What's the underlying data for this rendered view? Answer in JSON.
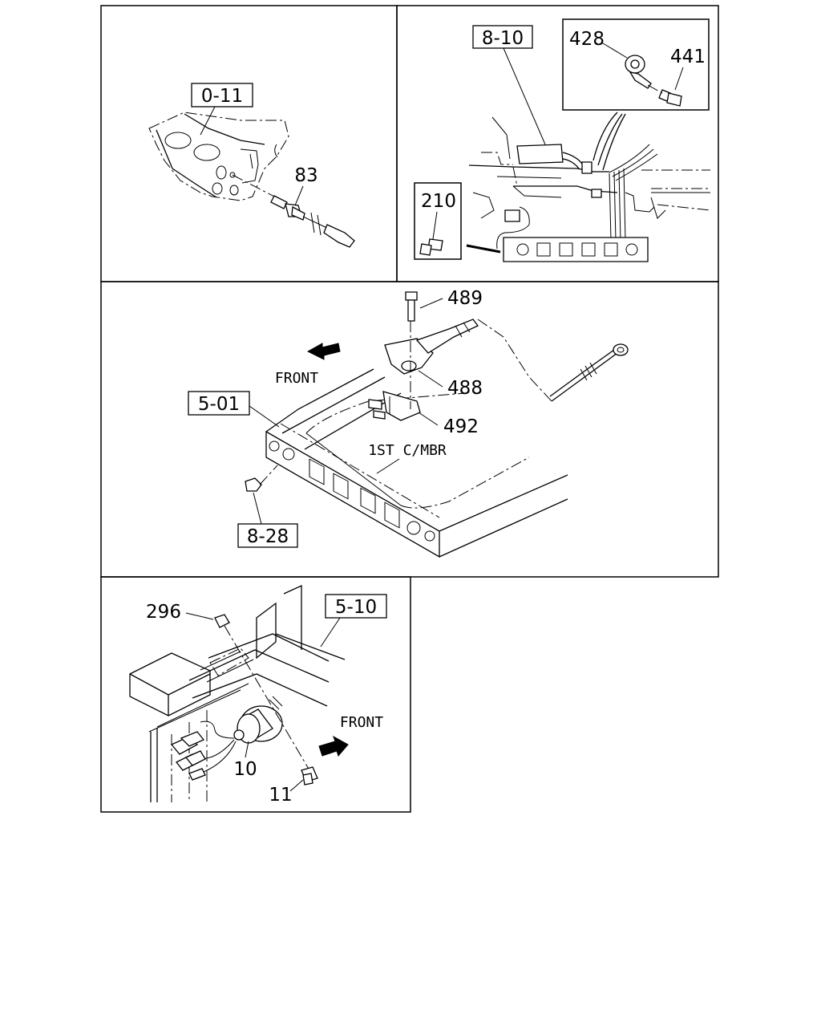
{
  "panels": {
    "top_left": {
      "ref": "0-11",
      "parts": [
        "83"
      ]
    },
    "top_right": {
      "ref": "8-10",
      "parts": [
        "428",
        "441",
        "210"
      ]
    },
    "middle": {
      "ref": "5-01",
      "ref2": "8-28",
      "parts": [
        "489",
        "488",
        "492"
      ],
      "direction": "FRONT",
      "member": "1ST C/MBR"
    },
    "bottom": {
      "ref": "5-10",
      "parts": [
        "296",
        "10",
        "11"
      ],
      "direction": "FRONT"
    }
  }
}
